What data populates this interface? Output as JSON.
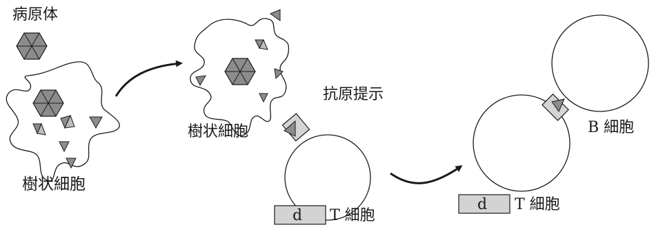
{
  "labels": {
    "pathogen": "病原体",
    "dendritic_cell_1": "樹状細胞",
    "dendritic_cell_2": "樹状細胞",
    "antigen_presentation": "抗原提示",
    "t_cell_1": "T 細胞",
    "t_cell_2": "T 細胞",
    "b_cell": "B 細胞",
    "box_d_1": "d",
    "box_d_2": "d"
  },
  "colors": {
    "line": "#1a1a1a",
    "antigen_fill": "#8c8c8c",
    "receptor_fill": "#d4d4d4",
    "box_fill": "#d3d3d3"
  }
}
